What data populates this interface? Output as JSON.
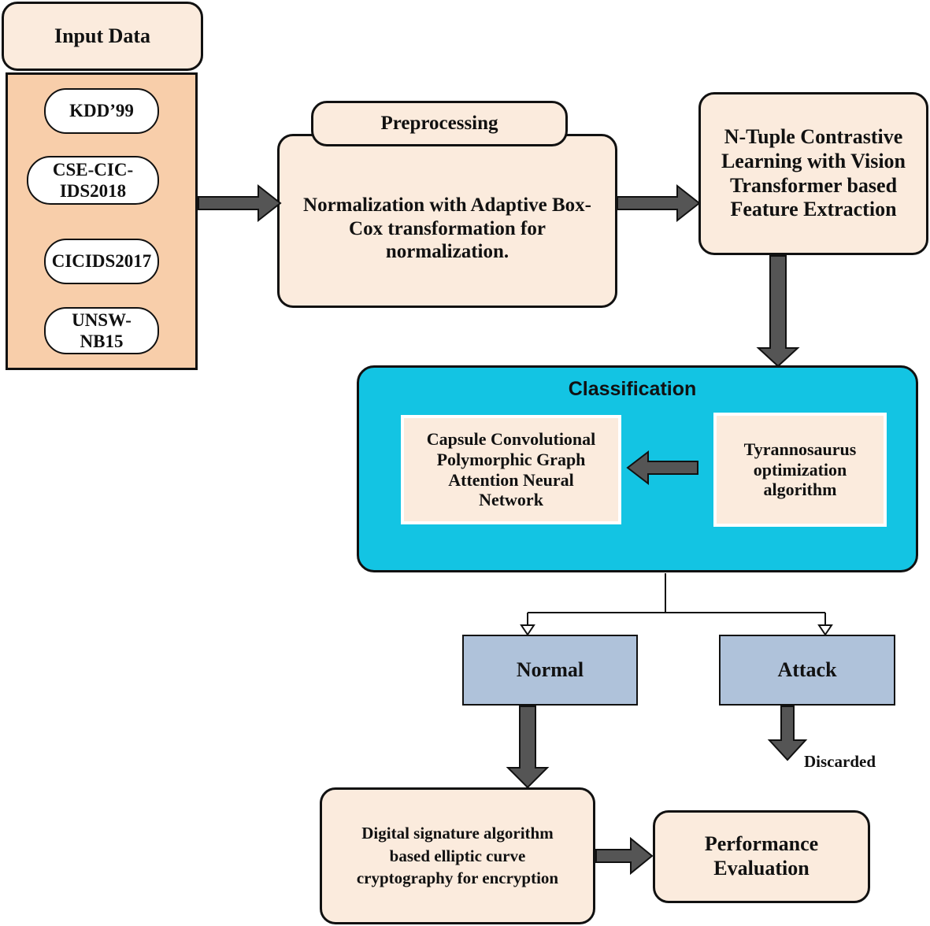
{
  "input": {
    "title": "Input Data",
    "datasets": [
      "KDD’99",
      "CSE-CIC-\nIDS2018",
      "CICIDS2017",
      "UNSW-\nNB15"
    ]
  },
  "preprocessing": {
    "title": "Preprocessing",
    "body": "Normalization with Adaptive Box-\nCox transformation for\nnormalization."
  },
  "feature_extraction": {
    "label": "N-Tuple Contrastive\nLearning with Vision\nTransformer based\nFeature Extraction"
  },
  "classification": {
    "title": "Classification",
    "classifier": "Capsule Convolutional\nPolymorphic Graph\nAttention Neural\nNetwork",
    "optimizer": "Tyrannosaurus\noptimization\nalgorithm"
  },
  "outcomes": {
    "normal": "Normal",
    "attack": "Attack",
    "discarded": "Discarded"
  },
  "encryption": {
    "label": "Digital signature algorithm\nbased elliptic curve\ncryptography for encryption"
  },
  "evaluation": {
    "label": "Performance\nEvaluation"
  },
  "colors": {
    "peach": "#fbebdd",
    "input_panel": "#f8ceaa",
    "classification": "#13c4e3",
    "outcome": "#afc2da",
    "arrow_fill": "#555555"
  }
}
